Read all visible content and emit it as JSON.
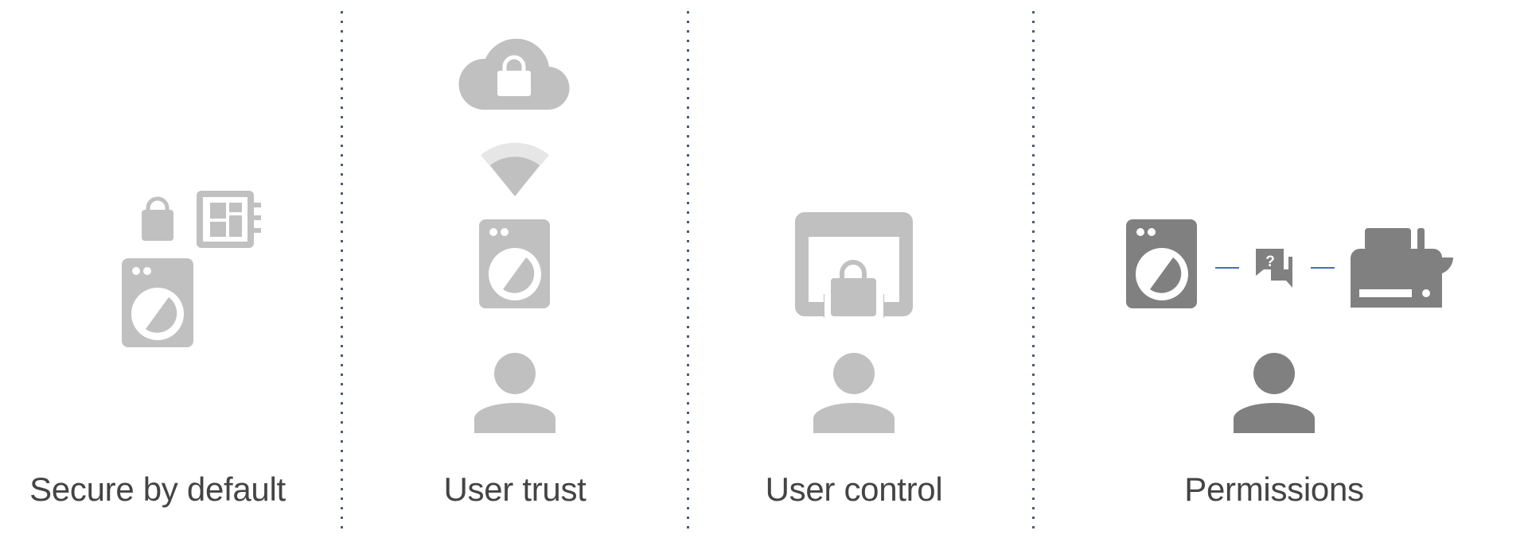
{
  "colors": {
    "icon_light": "#c0c0c0",
    "icon_dark": "#808080",
    "wifi_outer": "#e6e6e6",
    "divider": "#4a5a7a",
    "connector": "#4a6fa5",
    "label_text": "#444444",
    "background": "#ffffff"
  },
  "columns": [
    {
      "id": "secure-by-default",
      "label": "Secure by default",
      "icons": [
        "lock-icon",
        "chip-icon",
        "washing-machine-icon"
      ]
    },
    {
      "id": "user-trust",
      "label": "User trust",
      "icons": [
        "cloud-lock-icon",
        "wifi-signal-icon",
        "washing-machine-icon",
        "person-icon"
      ]
    },
    {
      "id": "user-control",
      "label": "User control",
      "icons": [
        "browser-lock-icon",
        "person-icon"
      ]
    },
    {
      "id": "permissions",
      "label": "Permissions",
      "icons": [
        "washing-machine-icon",
        "connector-line",
        "chat-question-icon",
        "connector-line",
        "toaster-icon",
        "person-icon"
      ]
    }
  ],
  "question_mark": "?"
}
